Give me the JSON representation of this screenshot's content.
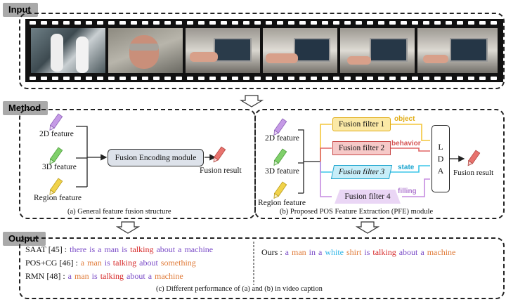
{
  "input": {
    "label": "Input"
  },
  "method": {
    "label": "Method",
    "left": {
      "features": [
        "2D feature",
        "3D feature",
        "Region feature"
      ],
      "module": "Fusion Encoding module",
      "result": "Fusion result",
      "caption": "(a)   General feature fusion structure"
    },
    "right": {
      "features": [
        "2D feature",
        "3D feature",
        "Region feature"
      ],
      "filters": [
        "Fusion filter 1",
        "Fusion filter 2",
        "Fusion filter 3",
        "Fusion filter 4"
      ],
      "tags": [
        "object",
        "behavior",
        "state",
        "filling"
      ],
      "lda": [
        "L",
        "D",
        "A"
      ],
      "result": "Fusion result",
      "caption": "(b)   Proposed POS Feature Extraction (PFE) module"
    }
  },
  "output": {
    "label": "Output",
    "lines": [
      {
        "prefix": "SAAT [45] :",
        "words": [
          {
            "w": "there",
            "c": "#7a4bc7"
          },
          {
            "w": "is",
            "c": "#7a4bc7"
          },
          {
            "w": "a",
            "c": "#7a4bc7"
          },
          {
            "w": "man",
            "c": "#7a4bc7"
          },
          {
            "w": "is",
            "c": "#7a4bc7"
          },
          {
            "w": "talking",
            "c": "#d62828"
          },
          {
            "w": "about",
            "c": "#7a4bc7"
          },
          {
            "w": "a",
            "c": "#7a4bc7"
          },
          {
            "w": "machine",
            "c": "#7a4bc7"
          }
        ]
      },
      {
        "prefix": "POS+CG [46] :",
        "words": [
          {
            "w": "a",
            "c": "#e07b39"
          },
          {
            "w": "man",
            "c": "#e07b39"
          },
          {
            "w": "is",
            "c": "#7a4bc7"
          },
          {
            "w": "talking",
            "c": "#d62828"
          },
          {
            "w": "about",
            "c": "#7a4bc7"
          },
          {
            "w": "something",
            "c": "#e07b39"
          }
        ]
      },
      {
        "prefix": "RMN [48] :",
        "words": [
          {
            "w": "a",
            "c": "#7a4bc7"
          },
          {
            "w": "man",
            "c": "#e07b39"
          },
          {
            "w": "is",
            "c": "#7a4bc7"
          },
          {
            "w": "talking",
            "c": "#d62828"
          },
          {
            "w": "about",
            "c": "#7a4bc7"
          },
          {
            "w": "a",
            "c": "#7a4bc7"
          },
          {
            "w": "machine",
            "c": "#e07b39"
          }
        ]
      }
    ],
    "ours": {
      "prefix": "Ours :",
      "words": [
        {
          "w": "a",
          "c": "#7a4bc7"
        },
        {
          "w": "man",
          "c": "#e07b39"
        },
        {
          "w": "in",
          "c": "#7a4bc7"
        },
        {
          "w": "a",
          "c": "#7a4bc7"
        },
        {
          "w": "white",
          "c": "#2fb5e6"
        },
        {
          "w": "shirt",
          "c": "#e07b39"
        },
        {
          "w": "is",
          "c": "#7a4bc7"
        },
        {
          "w": "talking",
          "c": "#d62828"
        },
        {
          "w": "about",
          "c": "#7a4bc7"
        },
        {
          "w": "a",
          "c": "#7a4bc7"
        },
        {
          "w": "machine",
          "c": "#e07b39"
        }
      ]
    },
    "caption": "(c)   Different performance of (a) and (b) in video caption"
  },
  "colors": {
    "filter1": "#f3c63b",
    "filter2": "#e06666",
    "filter3": "#3cc6e8",
    "filter4": "#c58be0",
    "pencil_purple": "#c59ae6",
    "pencil_green": "#7fcf6a",
    "pencil_yellow": "#f0d24a",
    "pencil_red": "#e8736e"
  }
}
